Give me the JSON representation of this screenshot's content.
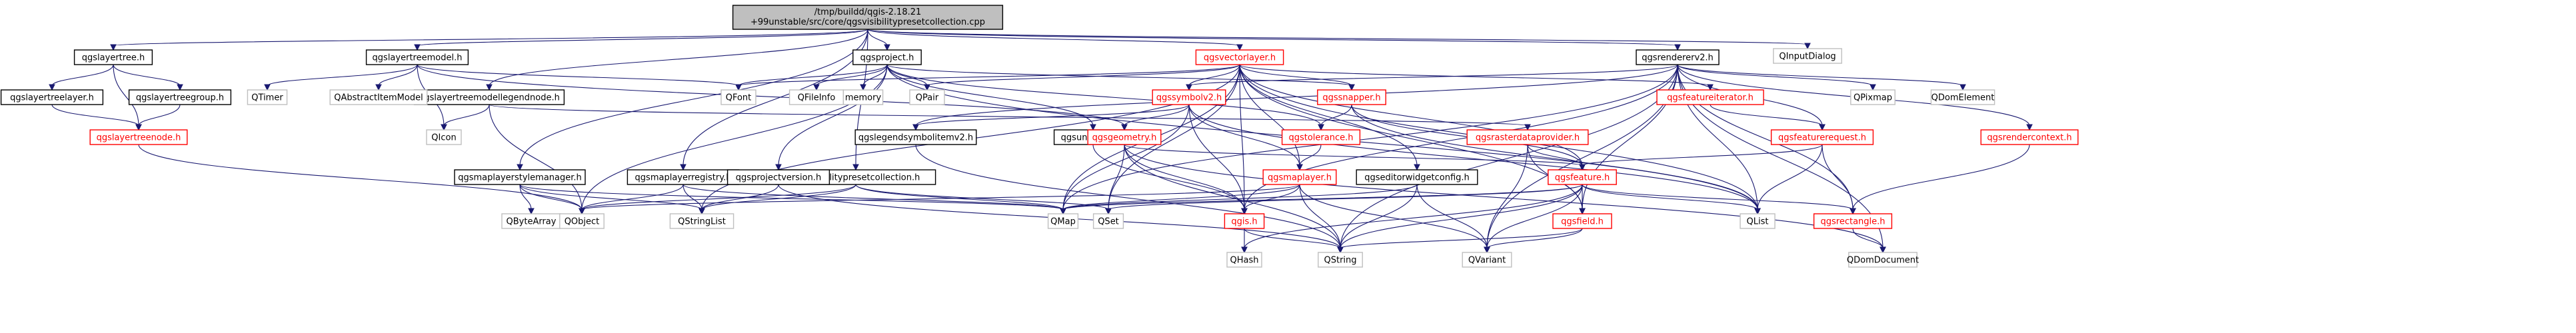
{
  "colors": {
    "edge": "#191970",
    "root_fill": "#bfbfbf",
    "node_fill": "#ffffff",
    "node_stroke": "#000000",
    "internal_text": "#000000",
    "red_text": "#ff0000",
    "red_stroke": "#ff0000",
    "external_text": "#000000",
    "external_stroke": "#bfbfbf"
  },
  "nodes": [
    {
      "id": "root",
      "label": [
        "/tmp/buildd/qgis-2.18.21",
        "+99unstable/src/core/qgsvisibilitypresetcollection.cpp"
      ],
      "kind": "root"
    },
    {
      "id": "qgslayertree",
      "label": [
        "qgslayertree.h"
      ],
      "kind": "normal"
    },
    {
      "id": "qgslayertreemodel",
      "label": [
        "qgslayertreemodel.h"
      ],
      "kind": "normal"
    },
    {
      "id": "qgslayertreemodellegendnode",
      "label": [
        "qgslayertreemodellegendnode.h"
      ],
      "kind": "normal"
    },
    {
      "id": "qgsmaplayerstylemanager",
      "label": [
        "qgsmaplayerstylemanager.h"
      ],
      "kind": "normal"
    },
    {
      "id": "qgsmaplayerregistry",
      "label": [
        "qgsmaplayerregistry.h"
      ],
      "kind": "normal"
    },
    {
      "id": "qgsproject",
      "label": [
        "qgsproject.h"
      ],
      "kind": "normal"
    },
    {
      "id": "qgsvisibilitypresetcollection",
      "label": [
        "qgsvisibilitypresetcollection.h"
      ],
      "kind": "normal"
    },
    {
      "id": "qgsvectorlayer",
      "label": [
        "qgsvectorlayer.h"
      ],
      "kind": "red"
    },
    {
      "id": "qgsrendererv2",
      "label": [
        "qgsrendererv2.h"
      ],
      "kind": "normal"
    },
    {
      "id": "QInputDialog",
      "label": [
        "QInputDialog"
      ],
      "kind": "external"
    },
    {
      "id": "qgslayertreelayer",
      "label": [
        "qgslayertreelayer.h"
      ],
      "kind": "normal"
    },
    {
      "id": "qgslayertreegroup",
      "label": [
        "qgslayertreegroup.h"
      ],
      "kind": "normal"
    },
    {
      "id": "qgslayertreenode",
      "label": [
        "qgslayertreenode.h"
      ],
      "kind": "red"
    },
    {
      "id": "QTimer",
      "label": [
        "QTimer"
      ],
      "kind": "external"
    },
    {
      "id": "QAbstractItemModel",
      "label": [
        "QAbstractItemModel"
      ],
      "kind": "external"
    },
    {
      "id": "QFont",
      "label": [
        "QFont"
      ],
      "kind": "external"
    },
    {
      "id": "QFileInfo",
      "label": [
        "QFileInfo"
      ],
      "kind": "external"
    },
    {
      "id": "memory",
      "label": [
        "memory"
      ],
      "kind": "external"
    },
    {
      "id": "QPair",
      "label": [
        "QPair"
      ],
      "kind": "external"
    },
    {
      "id": "qgssymbolv2",
      "label": [
        "qgssymbolv2.h"
      ],
      "kind": "red"
    },
    {
      "id": "qgssnapper",
      "label": [
        "qgssnapper.h"
      ],
      "kind": "red"
    },
    {
      "id": "qgsfeatureiterator",
      "label": [
        "qgsfeatureiterator.h"
      ],
      "kind": "red"
    },
    {
      "id": "QPixmap",
      "label": [
        "QPixmap"
      ],
      "kind": "external"
    },
    {
      "id": "QDomElement",
      "label": [
        "QDomElement"
      ],
      "kind": "external"
    },
    {
      "id": "QIcon",
      "label": [
        "QIcon"
      ],
      "kind": "external"
    },
    {
      "id": "qgslegendsymbolitemv2",
      "label": [
        "qgslegendsymbolitemv2.h"
      ],
      "kind": "normal"
    },
    {
      "id": "qgsunittypes",
      "label": [
        "qgsunittypes.h"
      ],
      "kind": "normal"
    },
    {
      "id": "qgsgeometry",
      "label": [
        "qgsgeometry.h"
      ],
      "kind": "red"
    },
    {
      "id": "qgstolerance",
      "label": [
        "qgstolerance.h"
      ],
      "kind": "red"
    },
    {
      "id": "qgsrasterdataprovider",
      "label": [
        "qgsrasterdataprovider.h"
      ],
      "kind": "red"
    },
    {
      "id": "qgsfeaturerequest",
      "label": [
        "qgsfeaturerequest.h"
      ],
      "kind": "red"
    },
    {
      "id": "qgsrendercontext",
      "label": [
        "qgsrendercontext.h"
      ],
      "kind": "red"
    },
    {
      "id": "qgsprojectversion",
      "label": [
        "qgsprojectversion.h"
      ],
      "kind": "normal"
    },
    {
      "id": "qgsmaplayer",
      "label": [
        "qgsmaplayer.h"
      ],
      "kind": "red"
    },
    {
      "id": "qgseditorwidgetconfig",
      "label": [
        "qgseditorwidgetconfig.h"
      ],
      "kind": "normal"
    },
    {
      "id": "qgsfeature",
      "label": [
        "qgsfeature.h"
      ],
      "kind": "red"
    },
    {
      "id": "QByteArray",
      "label": [
        "QByteArray"
      ],
      "kind": "external"
    },
    {
      "id": "QObject",
      "label": [
        "QObject"
      ],
      "kind": "external"
    },
    {
      "id": "QStringList",
      "label": [
        "QStringList"
      ],
      "kind": "external"
    },
    {
      "id": "QMap",
      "label": [
        "QMap"
      ],
      "kind": "external"
    },
    {
      "id": "QSet",
      "label": [
        "QSet"
      ],
      "kind": "external"
    },
    {
      "id": "qgis",
      "label": [
        "qgis.h"
      ],
      "kind": "red"
    },
    {
      "id": "qgsfield",
      "label": [
        "qgsfield.h"
      ],
      "kind": "red"
    },
    {
      "id": "QList",
      "label": [
        "QList"
      ],
      "kind": "external"
    },
    {
      "id": "qgsrectangle",
      "label": [
        "qgsrectangle.h"
      ],
      "kind": "red"
    },
    {
      "id": "QHash",
      "label": [
        "QHash"
      ],
      "kind": "external"
    },
    {
      "id": "QString",
      "label": [
        "QString"
      ],
      "kind": "external"
    },
    {
      "id": "QVariant",
      "label": [
        "QVariant"
      ],
      "kind": "external"
    },
    {
      "id": "QDomDocument",
      "label": [
        "QDomDocument"
      ],
      "kind": "external"
    }
  ],
  "edges": [
    [
      "root",
      "qgslayertree"
    ],
    [
      "root",
      "qgslayertreemodel"
    ],
    [
      "root",
      "qgslayertreemodellegendnode"
    ],
    [
      "root",
      "qgsmaplayerstylemanager"
    ],
    [
      "root",
      "qgsmaplayerregistry"
    ],
    [
      "root",
      "qgsproject"
    ],
    [
      "root",
      "qgsvisibilitypresetcollection"
    ],
    [
      "root",
      "qgsvectorlayer"
    ],
    [
      "root",
      "qgsrendererv2"
    ],
    [
      "root",
      "QInputDialog"
    ],
    [
      "qgslayertree",
      "qgslayertreelayer"
    ],
    [
      "qgslayertree",
      "qgslayertreegroup"
    ],
    [
      "qgslayertree",
      "qgslayertreenode"
    ],
    [
      "qgslayertreelayer",
      "qgslayertreenode"
    ],
    [
      "qgslayertreegroup",
      "qgslayertreenode"
    ],
    [
      "qgslayertreenode",
      "QObject"
    ],
    [
      "qgslayertreemodel",
      "QTimer"
    ],
    [
      "qgslayertreemodel",
      "QAbstractItemModel"
    ],
    [
      "qgslayertreemodel",
      "QFont"
    ],
    [
      "qgslayertreemodel",
      "QIcon"
    ],
    [
      "qgslayertreemodel",
      "qgsgeometry"
    ],
    [
      "qgslayertreemodellegendnode",
      "QIcon"
    ],
    [
      "qgslayertreemodellegendnode",
      "QObject"
    ],
    [
      "qgslayertreemodellegendnode",
      "qgsrasterdataprovider"
    ],
    [
      "qgsmaplayerstylemanager",
      "QByteArray"
    ],
    [
      "qgsmaplayerstylemanager",
      "QObject"
    ],
    [
      "qgsmaplayerstylemanager",
      "QStringList"
    ],
    [
      "qgsmaplayerstylemanager",
      "QMap"
    ],
    [
      "qgsmaplayerregistry",
      "QObject"
    ],
    [
      "qgsmaplayerregistry",
      "QStringList"
    ],
    [
      "qgsmaplayerregistry",
      "QMap"
    ],
    [
      "qgsproject",
      "QFont"
    ],
    [
      "qgsproject",
      "QFileInfo"
    ],
    [
      "qgsproject",
      "memory"
    ],
    [
      "qgsproject",
      "QPair"
    ],
    [
      "qgsproject",
      "qgsprojectversion"
    ],
    [
      "qgsproject",
      "qgssnapper"
    ],
    [
      "qgsproject",
      "qgsunittypes"
    ],
    [
      "qgsproject",
      "QObject"
    ],
    [
      "qgsproject",
      "QList"
    ],
    [
      "qgsproject",
      "qgstolerance"
    ],
    [
      "qgsvisibilitypresetcollection",
      "QObject"
    ],
    [
      "qgsvisibilitypresetcollection",
      "QStringList"
    ],
    [
      "qgsvisibilitypresetcollection",
      "QMap"
    ],
    [
      "qgsvisibilitypresetcollection",
      "QSet"
    ],
    [
      "qgsvectorlayer",
      "QFont"
    ],
    [
      "qgsvectorlayer",
      "QPair"
    ],
    [
      "qgsvectorlayer",
      "qgssymbolv2"
    ],
    [
      "qgsvectorlayer",
      "qgssnapper"
    ],
    [
      "qgsvectorlayer",
      "qgsfeatureiterator"
    ],
    [
      "qgsvectorlayer",
      "qgsmaplayer"
    ],
    [
      "qgsvectorlayer",
      "qgseditorwidgetconfig"
    ],
    [
      "qgsvectorlayer",
      "qgsfeature"
    ],
    [
      "qgsvectorlayer",
      "qgsfield"
    ],
    [
      "qgsvectorlayer",
      "QMap"
    ],
    [
      "qgsvectorlayer",
      "QSet"
    ],
    [
      "qgsvectorlayer",
      "QList"
    ],
    [
      "qgsvectorlayer",
      "QStringList"
    ],
    [
      "qgsvectorlayer",
      "qgis"
    ],
    [
      "qgsrendererv2",
      "qgssymbolv2"
    ],
    [
      "qgsrendererv2",
      "QPixmap"
    ],
    [
      "qgsrendererv2",
      "QDomElement"
    ],
    [
      "qgsrendererv2",
      "qgsfeaturerequest"
    ],
    [
      "qgsrendererv2",
      "qgsrendercontext"
    ],
    [
      "qgsrendererv2",
      "qgsrectangle"
    ],
    [
      "qgsrendererv2",
      "QList"
    ],
    [
      "qgsrendererv2",
      "QString"
    ],
    [
      "qgsrendererv2",
      "QVariant"
    ],
    [
      "qgsrendererv2",
      "QDomDocument"
    ],
    [
      "qgsrendererv2",
      "qgsfield"
    ],
    [
      "qgsrendererv2",
      "qgis"
    ],
    [
      "qgsrendererv2",
      "QMap"
    ],
    [
      "qgsrendererv2",
      "qgslegendsymbolitemv2"
    ],
    [
      "qgssymbolv2",
      "qgslegendsymbolitemv2"
    ],
    [
      "qgssymbolv2",
      "qgsgeometry"
    ],
    [
      "qgssymbolv2",
      "qgis"
    ],
    [
      "qgssymbolv2",
      "QMap"
    ],
    [
      "qgssymbolv2",
      "QList"
    ],
    [
      "qgssymbolv2",
      "qgsmaplayer"
    ],
    [
      "qgssnapper",
      "qgstolerance"
    ],
    [
      "qgssnapper",
      "qgsfeature"
    ],
    [
      "qgssnapper",
      "QList"
    ],
    [
      "qgsfeatureiterator",
      "qgsfeaturerequest"
    ],
    [
      "qgslegendsymbolitemv2",
      "QString"
    ],
    [
      "qgsunittypes",
      "qgis"
    ],
    [
      "qgsgeometry",
      "QSet"
    ],
    [
      "qgsgeometry",
      "QString"
    ],
    [
      "qgsgeometry",
      "QDomDocument"
    ],
    [
      "qgsgeometry",
      "qgis"
    ],
    [
      "qgsgeometry",
      "qgsfeature"
    ],
    [
      "qgstolerance",
      "qgsmaplayer"
    ],
    [
      "qgsrasterdataprovider",
      "qgsfeature"
    ],
    [
      "qgsrasterdataprovider",
      "qgsfield"
    ],
    [
      "qgsrasterdataprovider",
      "QVariant"
    ],
    [
      "qgsfeaturerequest",
      "qgsfeature"
    ],
    [
      "qgsfeaturerequest",
      "qgsrectangle"
    ],
    [
      "qgsfeaturerequest",
      "QList"
    ],
    [
      "qgsrendercontext",
      "qgsrectangle"
    ],
    [
      "qgsprojectversion",
      "QStringList"
    ],
    [
      "qgsprojectversion",
      "QString"
    ],
    [
      "qgsmaplayer",
      "QObject"
    ],
    [
      "qgsmaplayer",
      "qgis"
    ],
    [
      "qgsmaplayer",
      "QVariant"
    ],
    [
      "qgsmaplayer",
      "QMap"
    ],
    [
      "qgsmaplayer",
      "QString"
    ],
    [
      "qgseditorwidgetconfig",
      "QMap"
    ],
    [
      "qgseditorwidgetconfig",
      "QString"
    ],
    [
      "qgseditorwidgetconfig",
      "QVariant"
    ],
    [
      "qgsfeature",
      "QMap"
    ],
    [
      "qgsfeature",
      "QList"
    ],
    [
      "qgsfeature",
      "QHash"
    ],
    [
      "qgsfeature",
      "QString"
    ],
    [
      "qgsfeature",
      "QVariant"
    ],
    [
      "qgsfeature",
      "qgsfield"
    ],
    [
      "qgsfeature",
      "qgsrectangle"
    ],
    [
      "qgsfeature",
      "QSet"
    ],
    [
      "qgis",
      "QHash"
    ],
    [
      "qgis",
      "QString"
    ],
    [
      "qgsfield",
      "QString"
    ],
    [
      "qgsfield",
      "QVariant"
    ],
    [
      "qgsrectangle",
      "QDomDocument"
    ]
  ]
}
